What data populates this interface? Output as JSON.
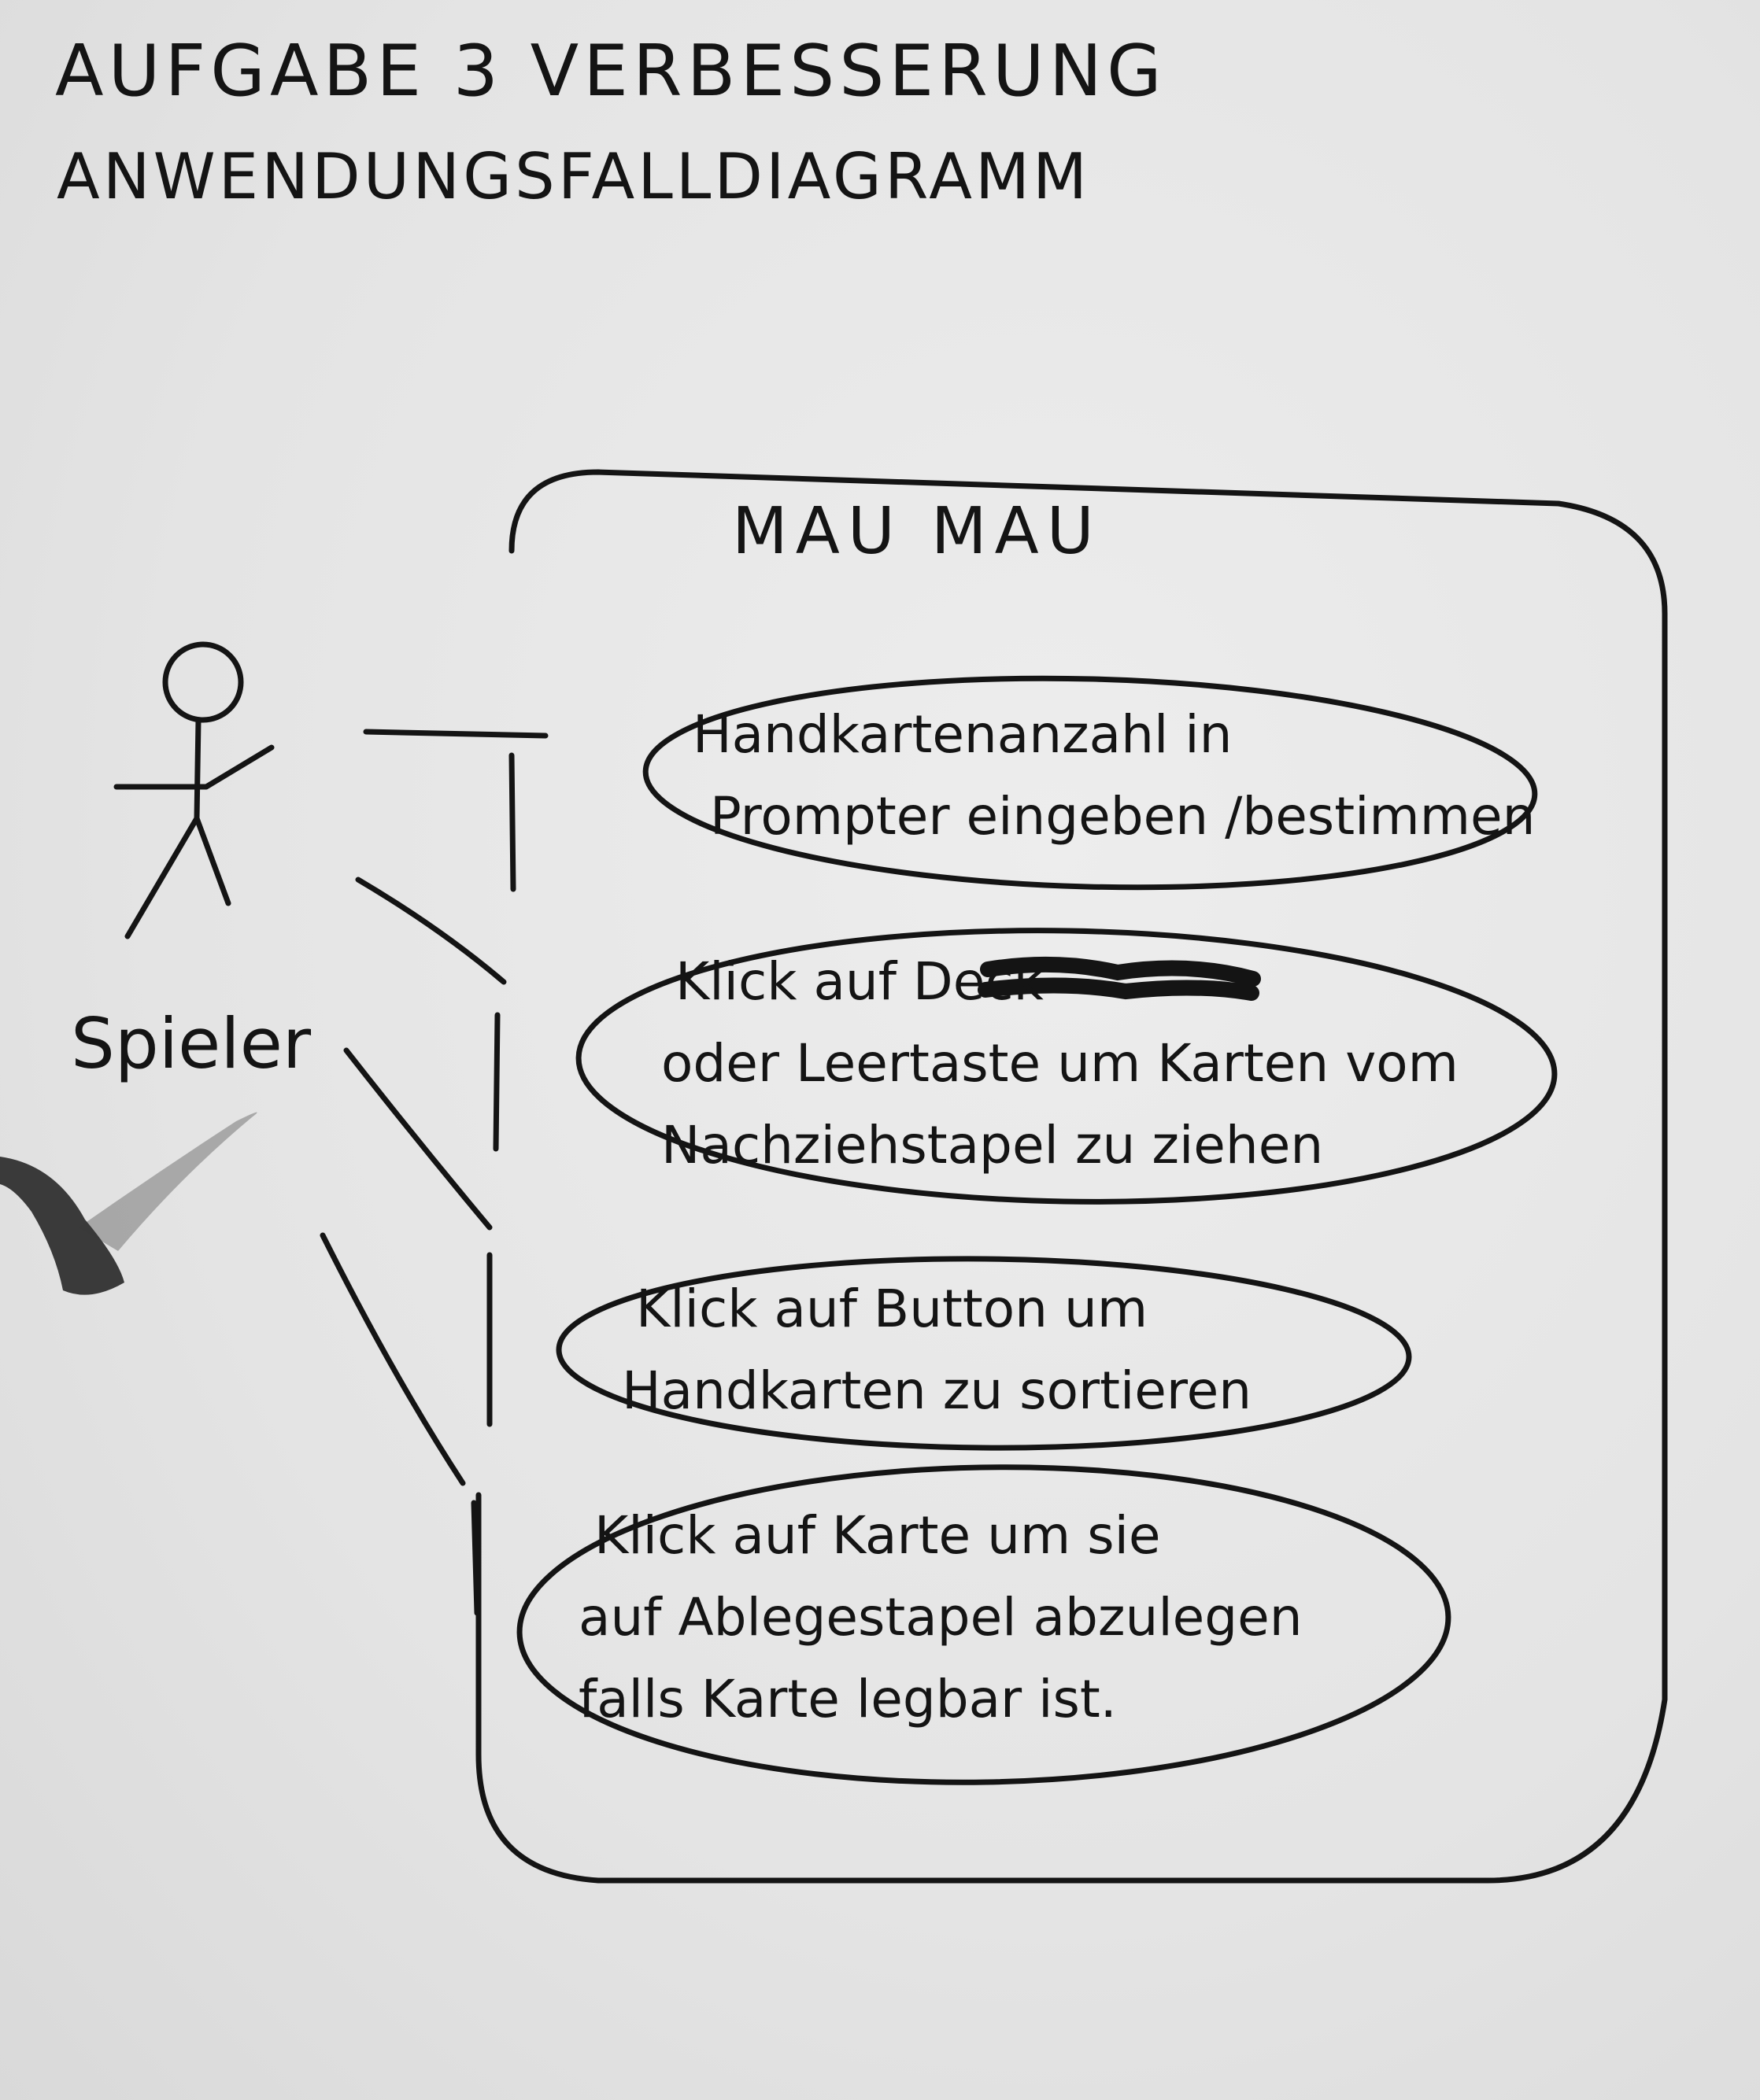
{
  "title_line1": "AUFGABE 3 VERBESSERUNG",
  "title_line2": "ANWENDUNGSFALLDIAGRAMM",
  "system_boundary": {
    "title": "MAU MAU"
  },
  "actor": {
    "label": "Spieler",
    "icon": "stick-figure-icon"
  },
  "use_cases": [
    {
      "lines": [
        "Handkartenanzahl in",
        "Prompter eingeben /bestimmen"
      ]
    },
    {
      "lines": [
        "Klick auf Deck",
        "oder Leertaste um Karten vom",
        "Nachziehstapel zu ziehen"
      ]
    },
    {
      "lines": [
        "Klick auf Button um",
        "Handkarten zu sortieren"
      ]
    },
    {
      "lines": [
        "Klick auf Karte um sie",
        "auf Ablegestapel abzulegen",
        "falls Karte legbar ist."
      ]
    }
  ],
  "colors": {
    "paper": "#e8e8e8",
    "ink": "#141414",
    "clip": "#3a3a3a"
  }
}
